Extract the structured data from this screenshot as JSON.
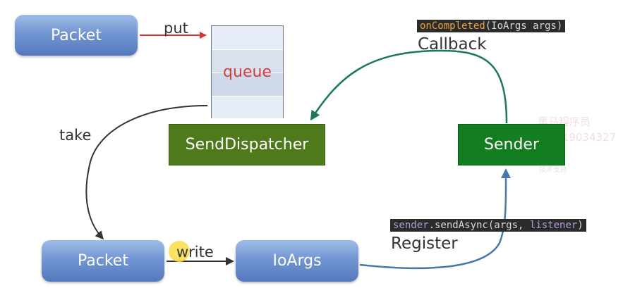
{
  "nodes": {
    "packet_top": "Packet",
    "queue": "queue",
    "send_dispatcher": "SendDispatcher",
    "sender": "Sender",
    "packet_bottom": "Packet",
    "ioargs": "IoArgs"
  },
  "edges": {
    "put": "put",
    "take": "take",
    "write": "write",
    "callback": "Callback",
    "register": "Register"
  },
  "code": {
    "on_completed_method": "onCompleted",
    "on_completed_args": "(IoArgs args)",
    "send_async_receiver": "sender",
    "send_async_call": ".sendAsync(args, ",
    "send_async_listener": "listener",
    "send_async_close": ")"
  },
  "watermark": {
    "line1": "黑马程序员",
    "line2": "Q：19034327",
    "line3": "技术支持"
  },
  "colors": {
    "put_arrow": "#e03030",
    "callback_arrow": "#1a7a55",
    "register_arrow": "#4a76b0",
    "take_arrow": "#333333",
    "queue_text": "#d23c3c",
    "send_dispatcher_fill": "#4e7a1c",
    "sender_fill": "#137e1f"
  }
}
